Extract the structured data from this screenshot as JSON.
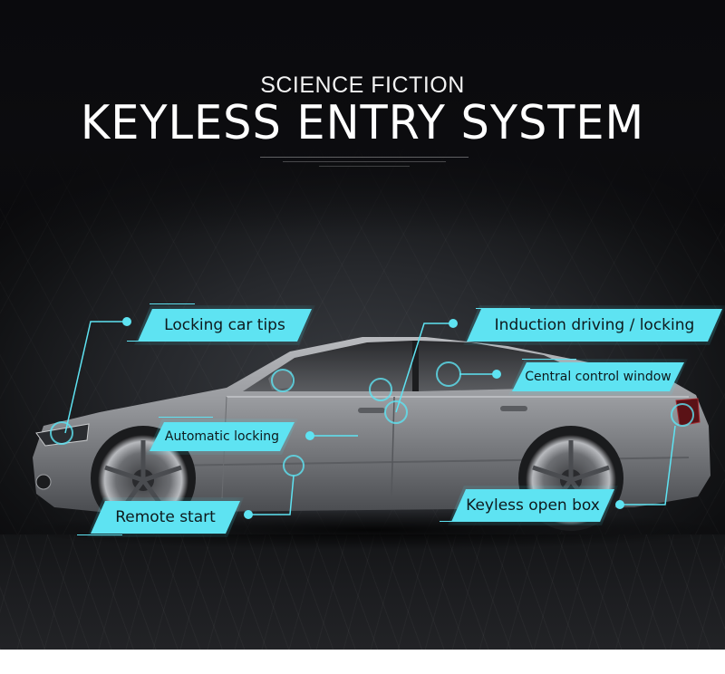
{
  "header": {
    "subtitle": "SCIENCE FICTION",
    "title": "KEYLESS ENTRY SYSTEM"
  },
  "features": [
    {
      "label": "Locking car tips",
      "target": "headlight"
    },
    {
      "label": "Induction driving / locking",
      "target": "door-handle"
    },
    {
      "label": "Central control window",
      "target": "rear-window"
    },
    {
      "label": "Automatic locking",
      "target": "front-door"
    },
    {
      "label": "Remote start",
      "target": "side-skirt"
    },
    {
      "label": "Keyless open box",
      "target": "tail-light"
    }
  ],
  "colors": {
    "accent": "#5ee3f2",
    "label_text": "#0e1a1d",
    "background": "#0b0b0d",
    "car_body": "#8a8c90",
    "title_text": "#ffffff"
  }
}
